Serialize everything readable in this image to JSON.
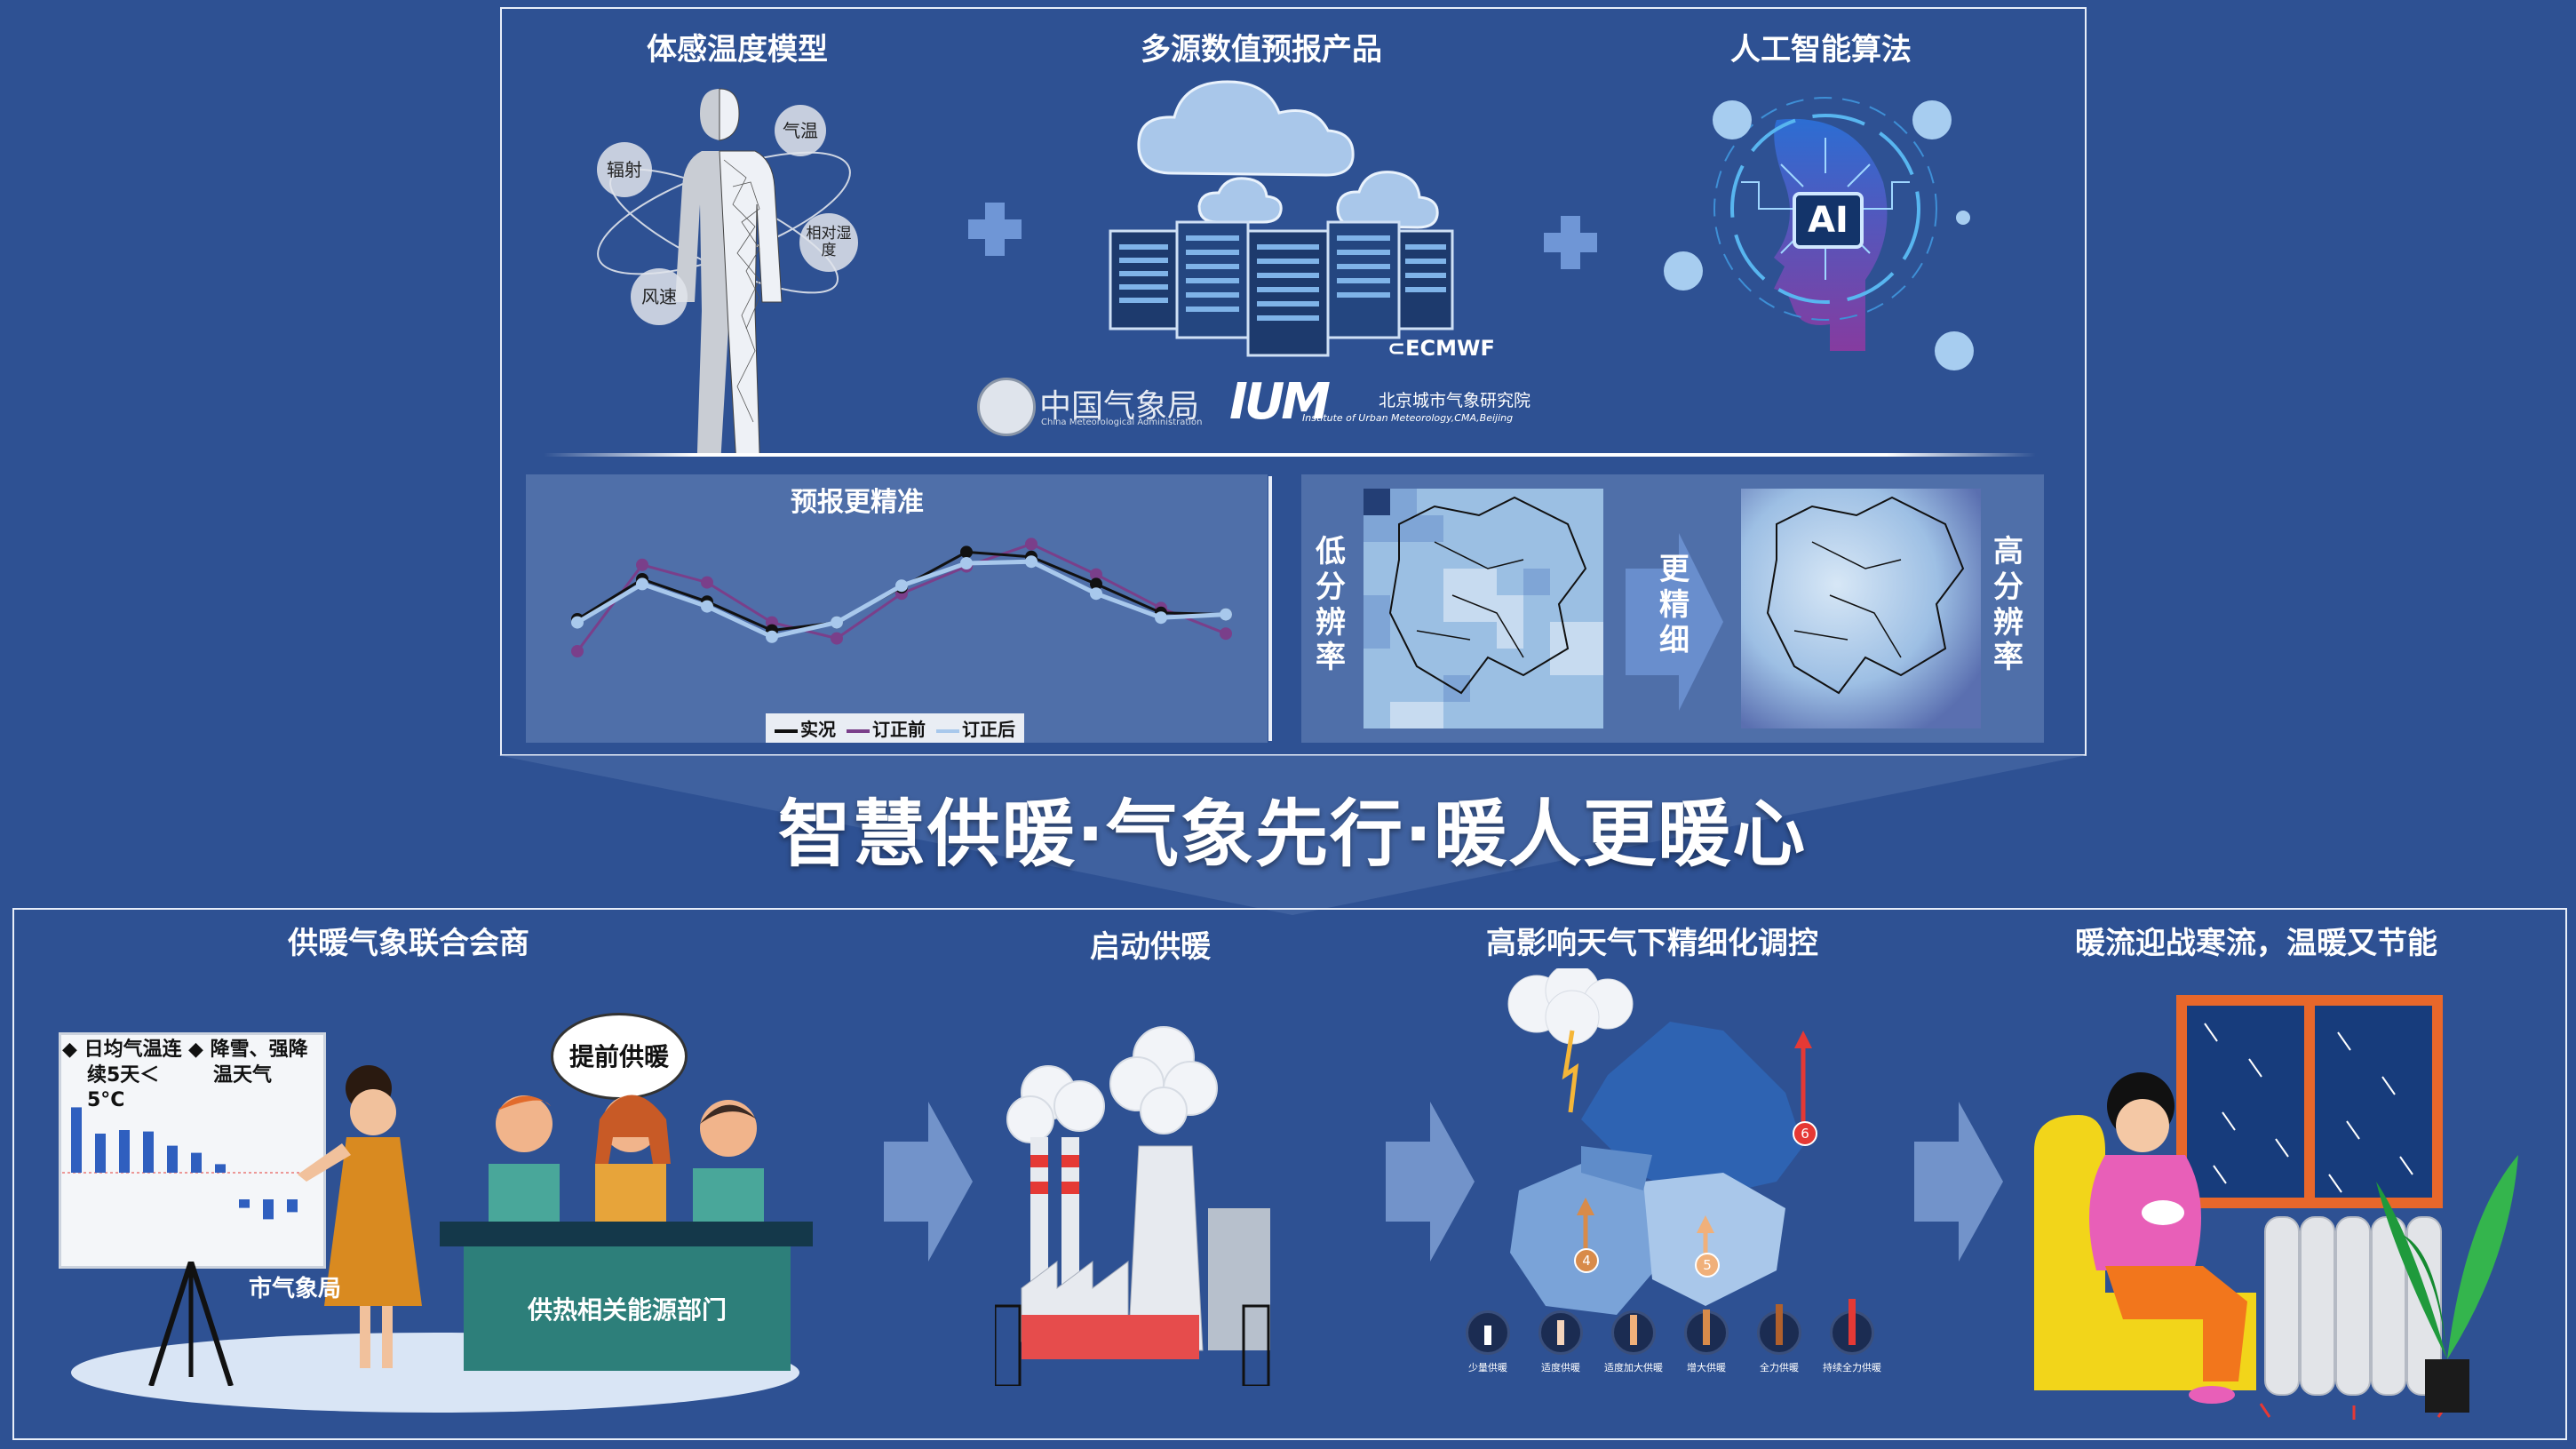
{
  "top": {
    "col1_title": "体感温度模型",
    "col2_title": "多源数值预报产品",
    "col3_title": "人工智能算法",
    "bubbles": [
      "辐射",
      "气温",
      "相对湿度",
      "风速"
    ],
    "logos": {
      "cma_cn": "中国气象局",
      "cma_en": "China Meteorological Administration",
      "ium_mark": "IUM",
      "ium_cn": "北京城市气象研究院",
      "ium_en": "Institute of Urban Meteorology,CMA,Beijing",
      "ecmwf": "ECMWF"
    },
    "ai_text": "AI"
  },
  "forecast_panel": {
    "title": "预报更精准",
    "legend": [
      "实况",
      "订正前",
      "订正后"
    ],
    "colors": {
      "obs": "#111111",
      "before": "#7a3f8a",
      "after": "#a8c8ec"
    }
  },
  "chart_data": {
    "type": "line",
    "title": "预报更精准",
    "xlabel": "",
    "ylabel": "",
    "x": [
      1,
      2,
      3,
      4,
      5,
      6,
      7,
      8,
      9,
      10,
      11
    ],
    "ylim": [
      0,
      10
    ],
    "series": [
      {
        "name": "实况",
        "values": [
          3.5,
          6.0,
          4.6,
          2.8,
          3.3,
          5.5,
          7.7,
          7.4,
          5.7,
          3.9,
          3.8
        ]
      },
      {
        "name": "订正前",
        "values": [
          1.5,
          6.9,
          5.8,
          3.3,
          2.3,
          5.1,
          6.8,
          8.2,
          6.3,
          4.2,
          2.6
        ]
      },
      {
        "name": "订正后",
        "values": [
          3.3,
          5.7,
          4.3,
          2.4,
          3.3,
          5.6,
          7.0,
          7.1,
          5.1,
          3.6,
          3.8
        ]
      }
    ]
  },
  "resolution_panel": {
    "low": "低分辨率",
    "arrow": "更精细",
    "high": "高分辨率"
  },
  "slogan": "智慧供暖·气象先行·暖人更暖心",
  "steps": {
    "s1": "供暖气象联合会商",
    "s2": "启动供暖",
    "s3": "高影响天气下精细化调控",
    "s4": "暖流迎战寒流，温暖又节能"
  },
  "meeting": {
    "board_line1": "◆ 日均气温连",
    "board_line2": "续5天＜5°C",
    "board_line3": "◆ 降雪、强降",
    "board_line4": "温天气",
    "speaker": "市气象局",
    "bubble": "提前供暖",
    "table_label": "供热相关能源部门"
  },
  "board_bars": [
    0.92,
    0.55,
    0.6,
    0.58,
    0.38,
    0.28,
    0.12,
    -0.12,
    -0.28,
    -0.18
  ],
  "regulation_levels": [
    "少量供暖",
    "适度供暖",
    "适度加大供暖",
    "增大供暖",
    "全力供暖",
    "持续全力供暖"
  ],
  "map_badges": [
    "6",
    "4",
    "5"
  ],
  "palette": {
    "background": "#2e5193",
    "panel": "#4f6fa9",
    "accent_red": "#e53935",
    "window_frame": "#e8672a",
    "chair": "#f2d51a"
  }
}
